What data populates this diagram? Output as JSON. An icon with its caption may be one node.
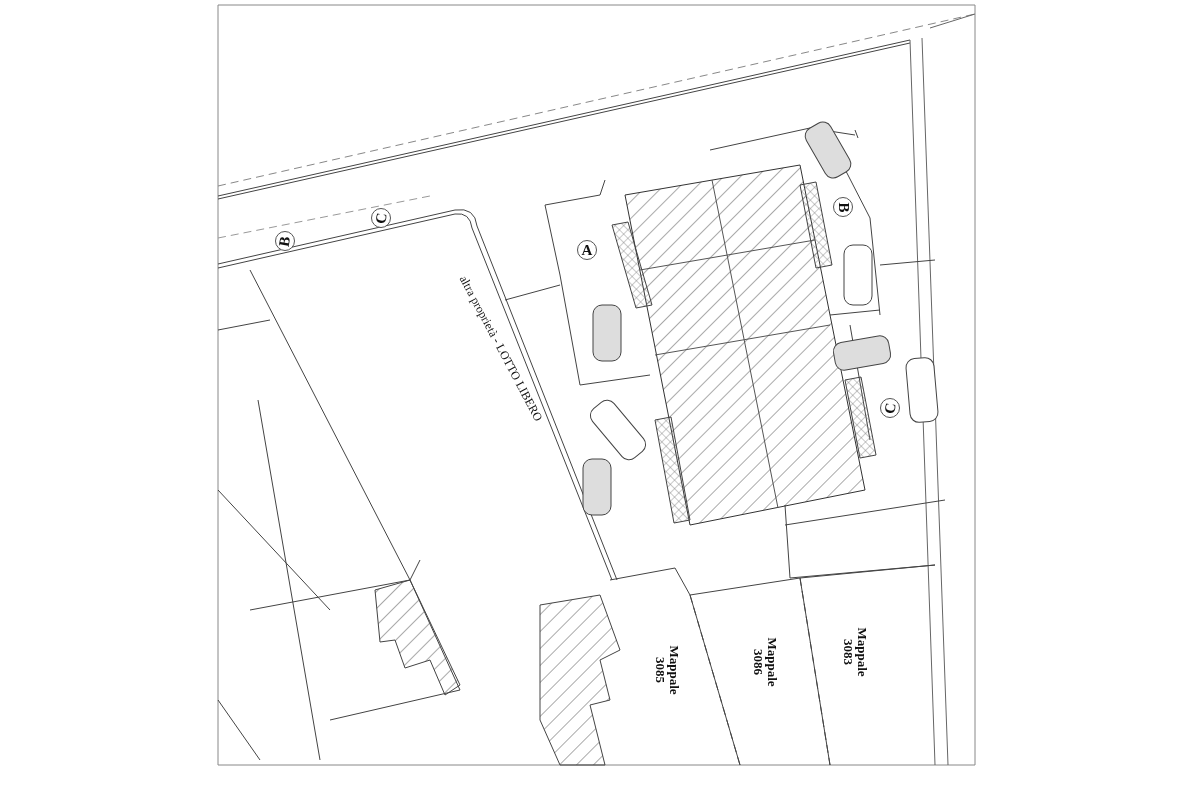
{
  "diagram": {
    "nodes": [
      {
        "text": [
          "B"
        ]
      },
      {
        "text": [
          "C"
        ]
      },
      {
        "text": [
          "A"
        ]
      },
      {
        "text": [
          "B"
        ]
      },
      {
        "text": [
          "C"
        ]
      }
    ],
    "labels": [
      "altra proprietà - LOTTO LIBERO",
      "Mappale 3085",
      "Mappale 3086",
      "Mappale 3083"
    ]
  }
}
